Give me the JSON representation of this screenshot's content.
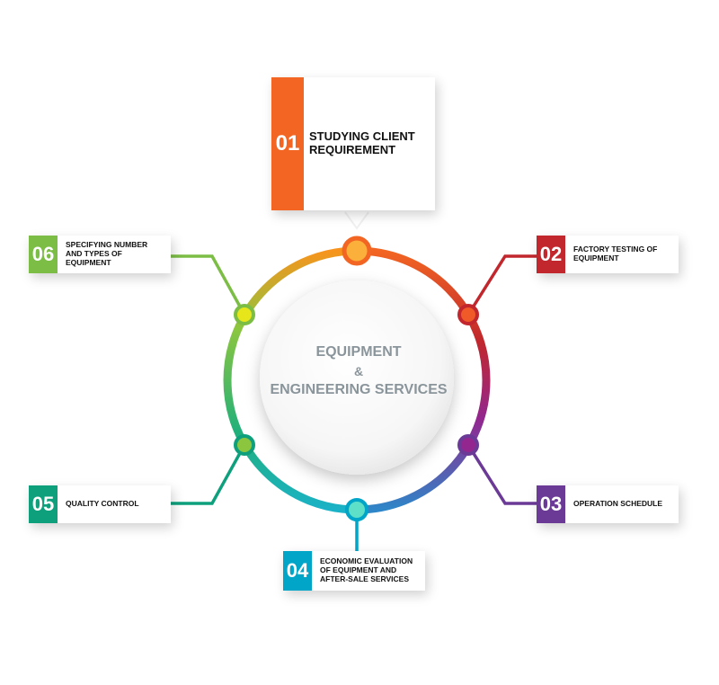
{
  "center": {
    "line1": "EQUIPMENT",
    "line2": "&",
    "line3": "ENGINEERING SERVICES"
  },
  "steps": [
    {
      "number": "01",
      "label": "STUDYING CLIENT\nREQUIREMENT",
      "color": "#f26522"
    },
    {
      "number": "02",
      "label": "FACTORY TESTING OF\nEQUIPMENT",
      "color": "#c1272d"
    },
    {
      "number": "03",
      "label": "OPERATION SCHEDULE",
      "color": "#6b3a96"
    },
    {
      "number": "04",
      "label": "ECONOMIC EVALUATION\nOF EQUIPMENT AND\nAFTER-SALE SERVICES",
      "color": "#00a5c8"
    },
    {
      "number": "05",
      "label": "QUALITY CONTROL",
      "color": "#0ea07d"
    },
    {
      "number": "06",
      "label": "SPECIFYING NUMBER\nAND TYPES OF\nEQUIPMENT",
      "color": "#7cbd45"
    }
  ],
  "node_colors": {
    "top": "#fbb03b",
    "upper_right": "#f05a28",
    "lower_right": "#93278f",
    "bottom": "#5ee0c8",
    "lower_left": "#8cc63f",
    "upper_left": "#e6e61a"
  }
}
